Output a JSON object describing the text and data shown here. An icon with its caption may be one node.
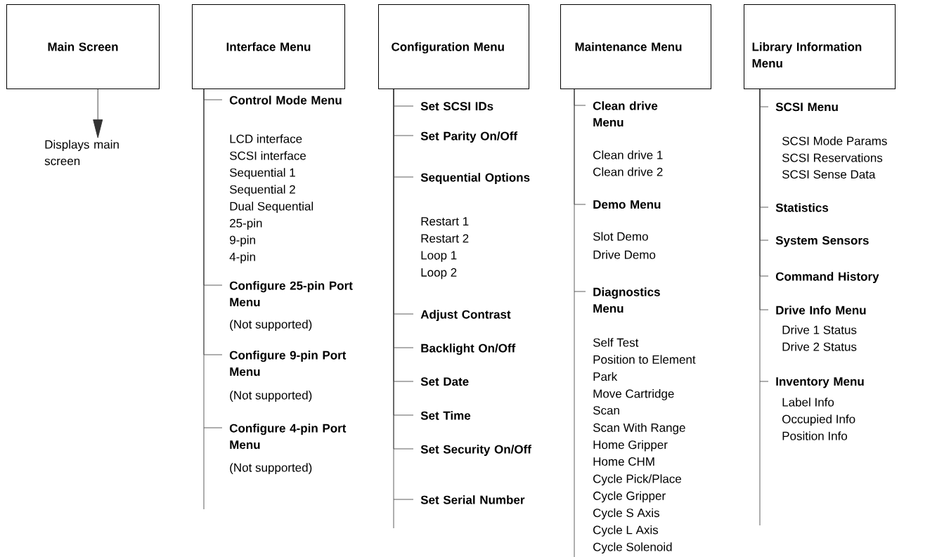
{
  "diagram": {
    "nodes": [
      {
        "text": [
          "Main Screen"
        ]
      },
      {
        "text": [
          "Interface Menu"
        ]
      },
      {
        "text": [
          "Configuration Menu"
        ]
      },
      {
        "text": [
          "Maintenance Menu"
        ]
      },
      {
        "text": [
          "Library Information Menu"
        ]
      },
      {
        "text": [
          "Displays main screen"
        ]
      },
      {
        "text": [
          "Control Mode Menu"
        ],
        "beside": [
          "LCD interface",
          "SCSI interface",
          "Sequential 1",
          "Sequential 2",
          "Dual Sequential",
          "25-pin",
          "9-pin",
          "4-pin"
        ]
      },
      {
        "text": [
          "Configure 25-pin Port Menu"
        ],
        "beside": [
          "(Not supported)"
        ]
      },
      {
        "text": [
          "Configure 9-pin Port Menu"
        ],
        "beside": [
          "(Not supported)"
        ]
      },
      {
        "text": [
          "Configure 4-pin Port Menu"
        ],
        "beside": [
          "(Not supported)"
        ]
      },
      {
        "text": [
          "Set SCSI IDs"
        ]
      },
      {
        "text": [
          "Set Parity On/Off"
        ]
      },
      {
        "text": [
          "Sequential Options"
        ],
        "beside": [
          "Restart 1",
          "Restart 2",
          "Loop 1",
          "Loop 2"
        ]
      },
      {
        "text": [
          "Adjust Contrast"
        ]
      },
      {
        "text": [
          "Backlight On/Off"
        ]
      },
      {
        "text": [
          "Set Date"
        ]
      },
      {
        "text": [
          "Set Time"
        ]
      },
      {
        "text": [
          "Set Security On/Off"
        ]
      },
      {
        "text": [
          "Set Serial Number"
        ]
      },
      {
        "text": [
          "Clean drive Menu"
        ],
        "beside": [
          "Clean drive 1",
          "Clean drive 2"
        ]
      },
      {
        "text": [
          "Demo Menu"
        ],
        "beside": [
          "Slot Demo",
          "Drive Demo"
        ]
      },
      {
        "text": [
          "Diagnostics Menu"
        ],
        "beside": [
          "Self Test",
          "Position to Element",
          "Park",
          "Move Cartridge",
          "Scan",
          "Scan With Range",
          "Home Gripper",
          "Home CHM",
          "Cycle Pick/Place",
          "Cycle Gripper",
          "Cycle S Axis",
          "Cycle L Axis",
          "Cycle Solenoid"
        ]
      },
      {
        "text": [
          "SCSI Menu"
        ],
        "beside": [
          "SCSI Mode Params",
          "SCSI Reservations",
          "SCSI Sense Data"
        ]
      },
      {
        "text": [
          "Statistics"
        ]
      },
      {
        "text": [
          "System Sensors"
        ]
      },
      {
        "text": [
          "Command History"
        ]
      },
      {
        "text": [
          "Drive Info Menu"
        ],
        "beside": [
          "Drive 1 Status",
          "Drive 2 Status"
        ]
      },
      {
        "text": [
          "Inventory Menu"
        ],
        "beside": [
          "Label Info",
          "Occupied Info",
          "Position Info"
        ]
      }
    ],
    "edges": [
      {
        "from": 0,
        "to": 5,
        "arrow": "to"
      },
      {
        "from": 1,
        "to": 6,
        "arrow": "none"
      },
      {
        "from": 1,
        "to": 7,
        "arrow": "none"
      },
      {
        "from": 1,
        "to": 8,
        "arrow": "none"
      },
      {
        "from": 1,
        "to": 9,
        "arrow": "none"
      },
      {
        "from": 2,
        "to": 10,
        "arrow": "none"
      },
      {
        "from": 2,
        "to": 11,
        "arrow": "none"
      },
      {
        "from": 2,
        "to": 12,
        "arrow": "none"
      },
      {
        "from": 2,
        "to": 13,
        "arrow": "none"
      },
      {
        "from": 2,
        "to": 14,
        "arrow": "none"
      },
      {
        "from": 2,
        "to": 15,
        "arrow": "none"
      },
      {
        "from": 2,
        "to": 16,
        "arrow": "none"
      },
      {
        "from": 2,
        "to": 17,
        "arrow": "none"
      },
      {
        "from": 2,
        "to": 18,
        "arrow": "none"
      },
      {
        "from": 3,
        "to": 19,
        "arrow": "none"
      },
      {
        "from": 3,
        "to": 20,
        "arrow": "none"
      },
      {
        "from": 3,
        "to": 21,
        "arrow": "none"
      },
      {
        "from": 4,
        "to": 22,
        "arrow": "none"
      },
      {
        "from": 4,
        "to": 23,
        "arrow": "none"
      },
      {
        "from": 4,
        "to": 24,
        "arrow": "none"
      },
      {
        "from": 4,
        "to": 25,
        "arrow": "none"
      },
      {
        "from": 4,
        "to": 26,
        "arrow": "none"
      },
      {
        "from": 4,
        "to": 27,
        "arrow": "none"
      }
    ]
  }
}
